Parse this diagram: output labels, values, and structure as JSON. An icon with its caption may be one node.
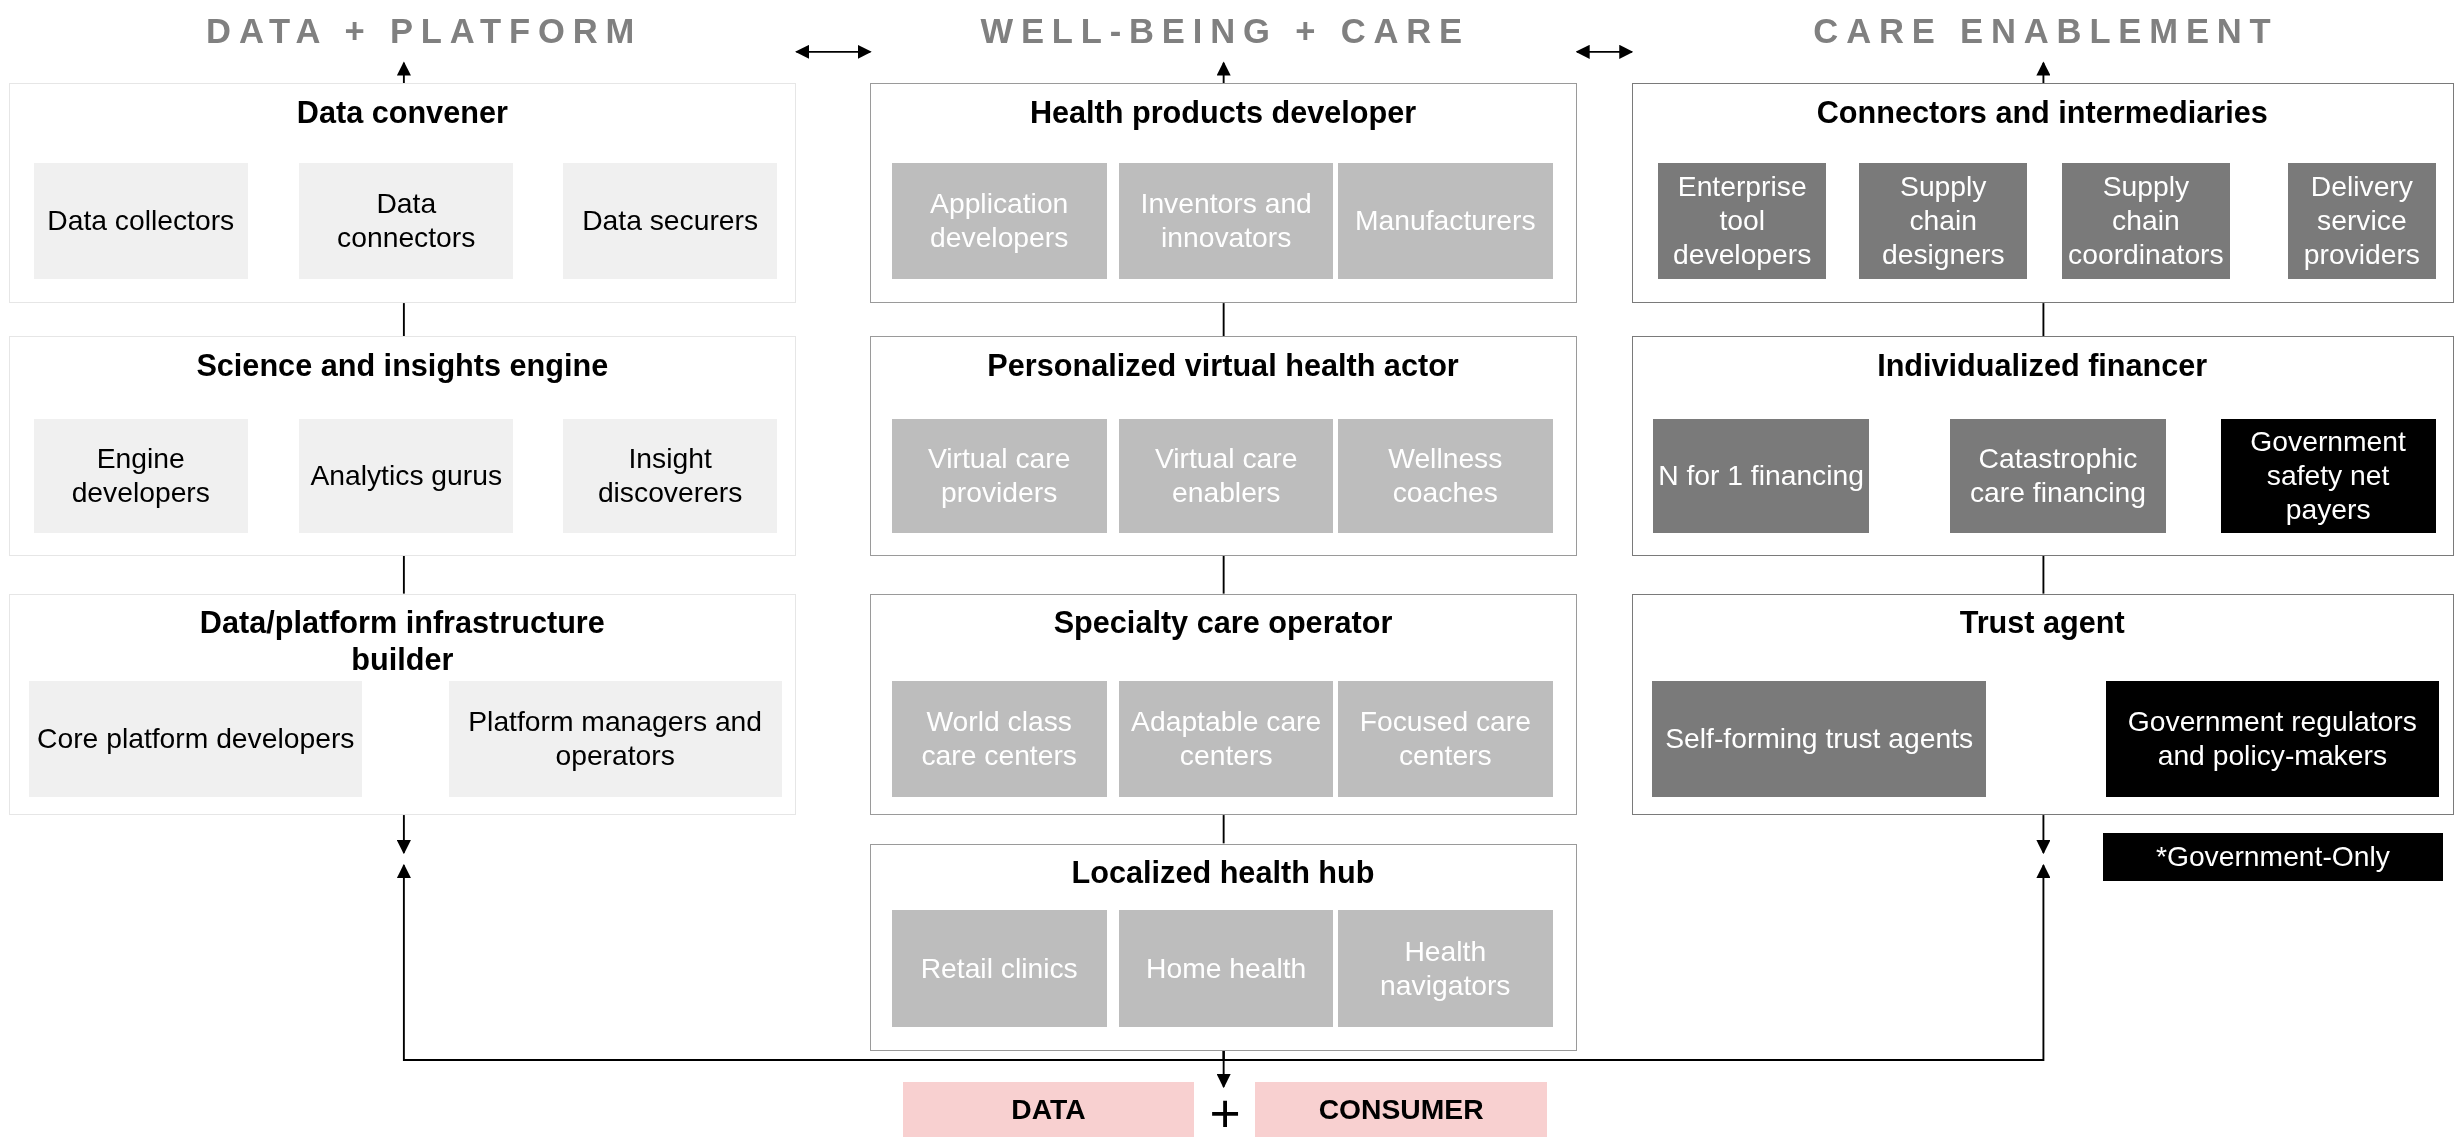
{
  "diagram": {
    "nodes": [
      {
        "text": [
          "DATA + PLATFORM"
        ]
      },
      {
        "text": [
          "WELL-BEING + CARE"
        ]
      },
      {
        "text": [
          "CARE ENABLEMENT"
        ]
      },
      {
        "text": [
          "Data convener"
        ]
      },
      {
        "text": [
          "Data collectors"
        ],
        "in": 3
      },
      {
        "text": [
          "Data connectors"
        ],
        "in": 3
      },
      {
        "text": [
          "Data securers"
        ],
        "in": 3
      },
      {
        "text": [
          "Science and insights engine"
        ]
      },
      {
        "text": [
          "Engine developers"
        ],
        "in": 7
      },
      {
        "text": [
          "Analytics gurus"
        ],
        "in": 7
      },
      {
        "text": [
          "Insight discoverers"
        ],
        "in": 7
      },
      {
        "text": [
          "Data/platform infrastructure builder"
        ]
      },
      {
        "text": [
          "Core platform developers"
        ],
        "in": 11
      },
      {
        "text": [
          "Platform managers and operators"
        ],
        "in": 11
      },
      {
        "text": [
          "Health products developer"
        ]
      },
      {
        "text": [
          "Application developers"
        ],
        "in": 14
      },
      {
        "text": [
          "Inventors and innovators"
        ],
        "in": 14
      },
      {
        "text": [
          "Manufacturers"
        ],
        "in": 14
      },
      {
        "text": [
          "Personalized virtual health actor"
        ]
      },
      {
        "text": [
          "Virtual care providers"
        ],
        "in": 18
      },
      {
        "text": [
          "Virtual care enablers"
        ],
        "in": 18
      },
      {
        "text": [
          "Wellness coaches"
        ],
        "in": 18
      },
      {
        "text": [
          "Specialty care operator"
        ]
      },
      {
        "text": [
          "World class care centers"
        ],
        "in": 22
      },
      {
        "text": [
          "Adaptable care centers"
        ],
        "in": 22
      },
      {
        "text": [
          "Focused care centers"
        ],
        "in": 22
      },
      {
        "text": [
          "Localized health hub"
        ]
      },
      {
        "text": [
          "Retail clinics"
        ],
        "in": 26
      },
      {
        "text": [
          "Home health"
        ],
        "in": 26
      },
      {
        "text": [
          "Health navigators"
        ],
        "in": 26
      },
      {
        "text": [
          "Connectors and intermediaries"
        ]
      },
      {
        "text": [
          "Enterprise tool developers"
        ],
        "in": 30
      },
      {
        "text": [
          "Supply chain designers"
        ],
        "in": 30
      },
      {
        "text": [
          "Supply chain coordinators"
        ],
        "in": 30
      },
      {
        "text": [
          "Delivery service providers"
        ],
        "in": 30
      },
      {
        "text": [
          "Individualized financer"
        ]
      },
      {
        "text": [
          "N for 1 financing"
        ],
        "in": 35
      },
      {
        "text": [
          "Catastrophic care financing"
        ],
        "in": 35
      },
      {
        "text": [
          "Government safety net payers"
        ],
        "in": 35
      },
      {
        "text": [
          "Trust agent"
        ]
      },
      {
        "text": [
          "Self-forming trust agents"
        ],
        "in": 39
      },
      {
        "text": [
          "Government regulators and policy-makers"
        ],
        "in": 39
      },
      {
        "text": [
          "DATA"
        ]
      },
      {
        "text": [
          "+"
        ]
      },
      {
        "text": [
          "CONSUMER"
        ]
      }
    ],
    "edges": [
      {
        "from": 3,
        "to": 14,
        "arrow": "both"
      },
      {
        "from": 14,
        "to": 30,
        "arrow": "both"
      },
      {
        "from": 3,
        "to": 0,
        "arrow": "to"
      },
      {
        "from": 14,
        "to": 1,
        "arrow": "to"
      },
      {
        "from": 30,
        "to": 2,
        "arrow": "to"
      },
      {
        "from": 3,
        "to": 7,
        "arrow": "none"
      },
      {
        "from": 7,
        "to": 11,
        "arrow": "none"
      },
      {
        "from": 14,
        "to": 18,
        "arrow": "none"
      },
      {
        "from": 18,
        "to": 22,
        "arrow": "none"
      },
      {
        "from": 22,
        "to": 26,
        "arrow": "none"
      },
      {
        "from": 30,
        "to": 35,
        "arrow": "none"
      },
      {
        "from": 35,
        "to": 39,
        "arrow": "none"
      },
      {
        "from": 11,
        "to": null,
        "arrow": "to"
      },
      {
        "from": 39,
        "to": null,
        "arrow": "to"
      },
      {
        "from": 26,
        "to": 11,
        "arrow": "to"
      },
      {
        "from": 26,
        "to": 39,
        "arrow": "to"
      },
      {
        "from": 26,
        "to": 43,
        "arrow": "to"
      }
    ],
    "legend": [
      {
        "text": "*Government-Only",
        "color": "#000000"
      }
    ]
  }
}
